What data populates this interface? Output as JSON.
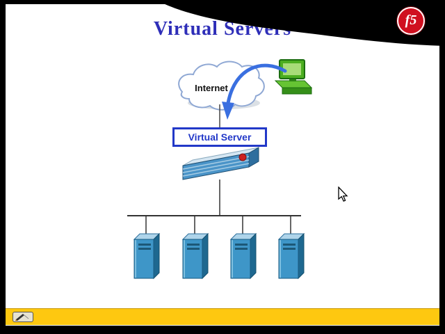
{
  "slide": {
    "title": "Virtual Servers",
    "brand_logo": "f5"
  },
  "diagram": {
    "internet_label": "Internet",
    "virtual_server_label": "Virtual Server",
    "server_count": 4,
    "nodes": [
      "internet-cloud",
      "client-computer",
      "virtual-server",
      "f5-appliance",
      "server-pool"
    ]
  },
  "toolbar": {
    "pen_tool": "annotation-pen"
  },
  "colors": {
    "frame_background": "#000000",
    "slide_background": "#FFFFFF",
    "title_text": "#2E2EB8",
    "accent_bar_yellow": "#FEC810",
    "logo_red": "#D01020",
    "virtual_server_border": "#2238C8",
    "server_blue": "#3E96C8",
    "arrow_blue": "#3A6FE0",
    "computer_green": "#4CAE20"
  }
}
